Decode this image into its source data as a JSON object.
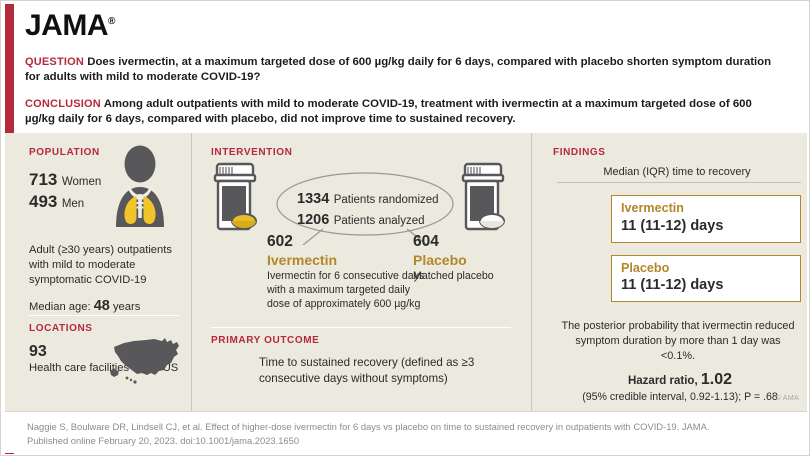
{
  "header": {
    "logo": "JAMA",
    "question_label": "QUESTION",
    "question_text": "Does ivermectin, at a maximum targeted dose of 600 µg/kg daily for 6 days, compared with placebo shorten symptom duration for adults with mild to moderate COVID-19?",
    "conclusion_label": "CONCLUSION",
    "conclusion_text": "Among adult outpatients with mild to moderate COVID-19, treatment with ivermectin at a maximum targeted dose of 600 µg/kg daily for 6 days, compared with placebo, did not improve time to sustained recovery."
  },
  "population": {
    "heading": "POPULATION",
    "women_count": "713",
    "women_label": "Women",
    "men_count": "493",
    "men_label": "Men",
    "description": "Adult (≥30 years) outpatients with mild to moderate symptomatic COVID-19",
    "median_age_label": "Median age:",
    "median_age_value": "48",
    "median_age_unit": "years",
    "icon": "person-with-lungs-icon"
  },
  "locations": {
    "heading": "LOCATIONS",
    "count": "93",
    "description": "Health care facilities in the US",
    "icon": "us-map-icon"
  },
  "intervention": {
    "heading": "INTERVENTION",
    "randomized_count": "1334",
    "randomized_label": "Patients randomized",
    "analyzed_count": "1206",
    "analyzed_label": "Patients analyzed",
    "arms": [
      {
        "count": "602",
        "name": "Ivermectin",
        "description": "Ivermectin for 6 consecutive days with a maximum targeted daily dose of approximately 600 µg/kg",
        "icon": "pill-bottle-icon",
        "pill_color": "#e8bc2a"
      },
      {
        "count": "604",
        "name": "Placebo",
        "description": "Matched placebo",
        "icon": "pill-bottle-icon",
        "pill_color": "#ffffff"
      }
    ]
  },
  "primary_outcome": {
    "heading": "PRIMARY OUTCOME",
    "text": "Time to sustained recovery (defined as ≥3 consecutive days without symptoms)"
  },
  "findings": {
    "heading": "FINDINGS",
    "subtitle": "Median (IQR) time to recovery",
    "results": [
      {
        "name": "Ivermectin",
        "value": "11 (11-12) days"
      },
      {
        "name": "Placebo",
        "value": "11 (11-12) days"
      }
    ],
    "note": "The posterior probability that ivermectin reduced symptom duration by more than 1 day was <0.1%.",
    "hazard_ratio_label": "Hazard ratio,",
    "hazard_ratio_value": "1.02",
    "confidence_interval": "(95% credible interval, 0.92-1.13); P = .68",
    "credit": "© AMA"
  },
  "footer": {
    "citation_line1": "Naggie S, Boulware DR, Lindsell CJ, et al. Effect of higher-dose ivermectin for 6 days vs placebo on time to sustained recovery in outpatients with COVID-19. JAMA.",
    "citation_line2": "Published online February 20, 2023. doi:10.1001/jama.2023.1650"
  },
  "colors": {
    "accent_red": "#b5293c",
    "panel_bg": "#eceade",
    "gold": "#b3862a",
    "pill_yellow": "#e8bc2a",
    "icon_grey": "#58585a"
  },
  "chart_data": {
    "type": "table",
    "title": "Median (IQR) time to recovery",
    "categories": [
      "Ivermectin",
      "Placebo"
    ],
    "values": [
      11,
      11
    ],
    "iqr": [
      [
        11,
        12
      ],
      [
        11,
        12
      ]
    ],
    "unit": "days",
    "n_randomized": 1334,
    "n_analyzed": 1206,
    "group_n": [
      602,
      604
    ],
    "hazard_ratio": 1.02,
    "hazard_ratio_ci": [
      0.92,
      1.13
    ],
    "p_value": 0.68
  }
}
